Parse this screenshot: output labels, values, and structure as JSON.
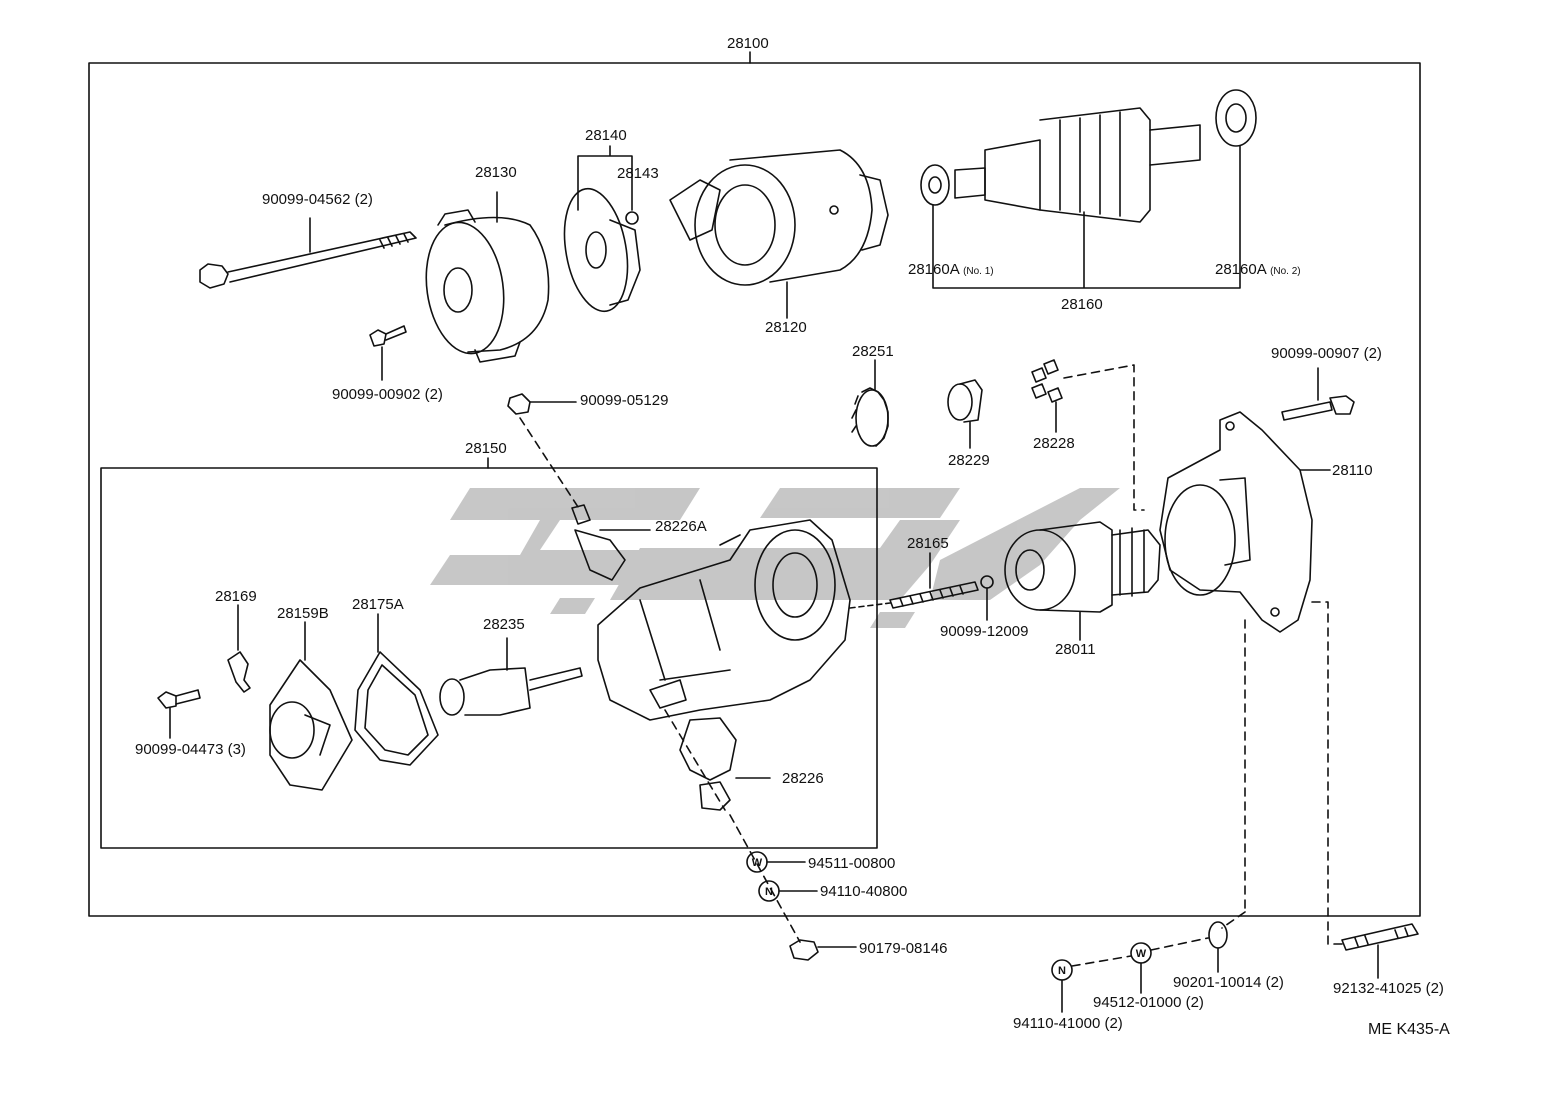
{
  "diagram": {
    "assembly_number": "28100",
    "subassembly_number": "28150",
    "reference_code": "ME K435-A",
    "watermark_text": "",
    "colors": {
      "line": "#111111",
      "watermark": "#b9b9b9",
      "background": "#ffffff"
    },
    "parts": {
      "p28130": "28130",
      "p28140": "28140",
      "p28143": "28143",
      "p28120": "28120",
      "p28160": "28160",
      "p28160A_1": "28160A",
      "p28160A_1_note": "(No. 1)",
      "p28160A_2": "28160A",
      "p28160A_2_note": "(No. 2)",
      "bolt_04562": "90099-04562 (2)",
      "bolt_00902": "90099-00902 (2)",
      "p_05129": "90099-05129",
      "p28251": "28251",
      "p28229": "28229",
      "p28228": "28228",
      "bolt_00907": "90099-00907 (2)",
      "p28110": "28110",
      "p28226A": "28226A",
      "p28165": "28165",
      "p_12009": "90099-12009",
      "p28011": "28011",
      "p28169": "28169",
      "p28159B": "28159B",
      "p28175A": "28175A",
      "p28235": "28235",
      "bolt_04473": "90099-04473 (3)",
      "p28226": "28226",
      "washer_94511": "94511-00800",
      "nut_94110_40800": "94110-40800",
      "nut_90179": "90179-08146",
      "washer_90201": "90201-10014 (2)",
      "washer_94512": "94512-01000 (2)",
      "nut_94110_41000": "94110-41000 (2)",
      "stud_92132": "92132-41025 (2)"
    },
    "symbols": {
      "washer": "W",
      "nut": "N"
    }
  }
}
